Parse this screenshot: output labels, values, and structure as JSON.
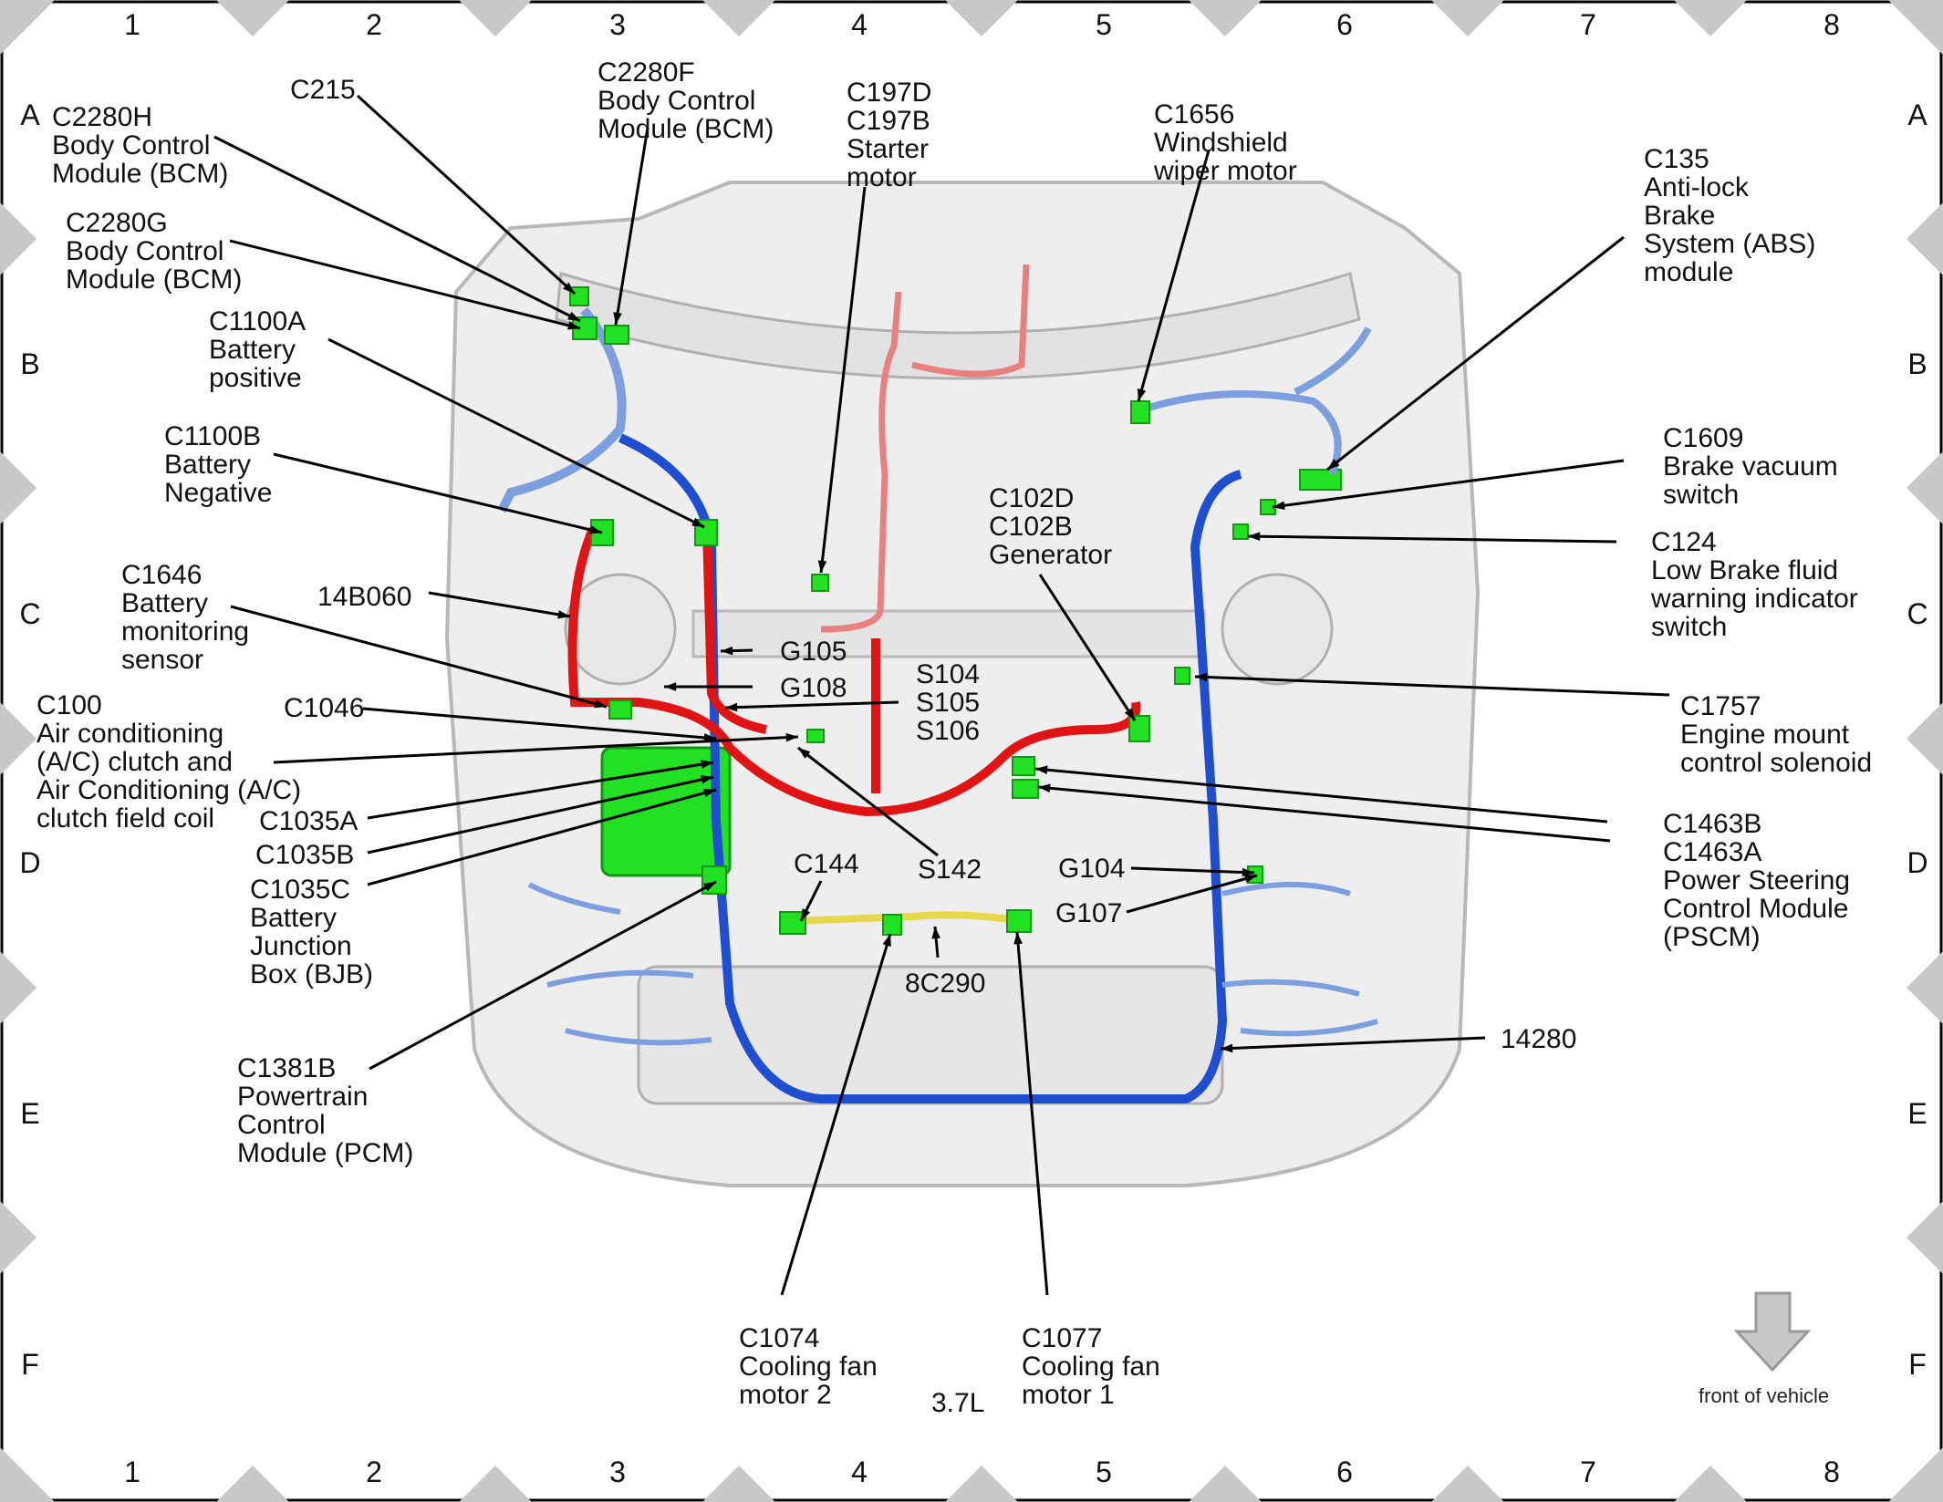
{
  "grid": {
    "columns": [
      "1",
      "2",
      "3",
      "4",
      "5",
      "6",
      "7",
      "8"
    ],
    "rows": [
      "A",
      "B",
      "C",
      "D",
      "E",
      "F"
    ]
  },
  "engine_label": "3.7L",
  "front_label": "front of vehicle",
  "colors": {
    "harness_main": "#1f4fd0",
    "harness_light": "#7d9fdf",
    "harness_battery": "#e01414",
    "harness_starter": "#e88080",
    "harness_fan": "#e6d84a",
    "connector": "#22e022",
    "body_panel": "#d9d9d9",
    "frame_border": "#000000",
    "arrow_grey": "#c8c8c8"
  },
  "callouts": [
    {
      "id": "c2280h",
      "lines": [
        "C2280H",
        "Body Control",
        "Module (BCM)"
      ]
    },
    {
      "id": "c215",
      "lines": [
        "C215"
      ]
    },
    {
      "id": "c2280f",
      "lines": [
        "C2280F",
        "Body Control",
        "Module (BCM)"
      ]
    },
    {
      "id": "c197",
      "lines": [
        "C197D",
        "C197B",
        "Starter",
        "motor"
      ]
    },
    {
      "id": "c1656",
      "lines": [
        "C1656",
        "Windshield",
        "wiper motor"
      ]
    },
    {
      "id": "c135",
      "lines": [
        "C135",
        "Anti-lock",
        "Brake",
        "System (ABS)",
        "module"
      ]
    },
    {
      "id": "c2280g",
      "lines": [
        "C2280G",
        "Body Control",
        "Module (BCM)"
      ]
    },
    {
      "id": "c1100a",
      "lines": [
        "C1100A",
        "Battery",
        "positive"
      ]
    },
    {
      "id": "c1100b",
      "lines": [
        "C1100B",
        "Battery",
        "Negative"
      ]
    },
    {
      "id": "c1609",
      "lines": [
        "C1609",
        "Brake vacuum",
        "switch"
      ]
    },
    {
      "id": "c102",
      "lines": [
        "C102D",
        "C102B",
        "Generator"
      ]
    },
    {
      "id": "c124",
      "lines": [
        "C124",
        "Low Brake fluid",
        "warning indicator",
        "switch"
      ]
    },
    {
      "id": "c1646",
      "lines": [
        "C1646",
        "Battery",
        "monitoring",
        "sensor"
      ]
    },
    {
      "id": "h14b060",
      "lines": [
        "14B060"
      ]
    },
    {
      "id": "g105",
      "lines": [
        "G105"
      ]
    },
    {
      "id": "g108",
      "lines": [
        "G108"
      ]
    },
    {
      "id": "s104",
      "lines": [
        "S104",
        "S105",
        "S106"
      ]
    },
    {
      "id": "c1757",
      "lines": [
        "C1757",
        "Engine mount",
        "control solenoid"
      ]
    },
    {
      "id": "c100",
      "lines": [
        "C100",
        "Air conditioning",
        "(A/C) clutch and",
        "Air Conditioning (A/C)",
        "clutch field coil"
      ]
    },
    {
      "id": "c1046",
      "lines": [
        "C1046"
      ]
    },
    {
      "id": "c1035a",
      "lines": [
        "C1035A"
      ]
    },
    {
      "id": "c1035b",
      "lines": [
        "C1035B"
      ]
    },
    {
      "id": "c1035c",
      "lines": [
        "C1035C",
        "Battery",
        "Junction",
        "Box (BJB)"
      ]
    },
    {
      "id": "c144",
      "lines": [
        "C144"
      ]
    },
    {
      "id": "s142",
      "lines": [
        "S142"
      ]
    },
    {
      "id": "g104",
      "lines": [
        "G104"
      ]
    },
    {
      "id": "g107",
      "lines": [
        "G107"
      ]
    },
    {
      "id": "c1463",
      "lines": [
        "C1463B",
        "C1463A",
        "Power Steering",
        "Control Module",
        "(PSCM)"
      ]
    },
    {
      "id": "h8c290",
      "lines": [
        "8C290"
      ]
    },
    {
      "id": "h14280",
      "lines": [
        "14280"
      ]
    },
    {
      "id": "c1381b",
      "lines": [
        "C1381B",
        "Powertrain",
        "Control",
        "Module (PCM)"
      ]
    },
    {
      "id": "c1074",
      "lines": [
        "C1074",
        "Cooling fan",
        "motor 2"
      ]
    },
    {
      "id": "c1077",
      "lines": [
        "C1077",
        "Cooling fan",
        "motor 1"
      ]
    }
  ]
}
